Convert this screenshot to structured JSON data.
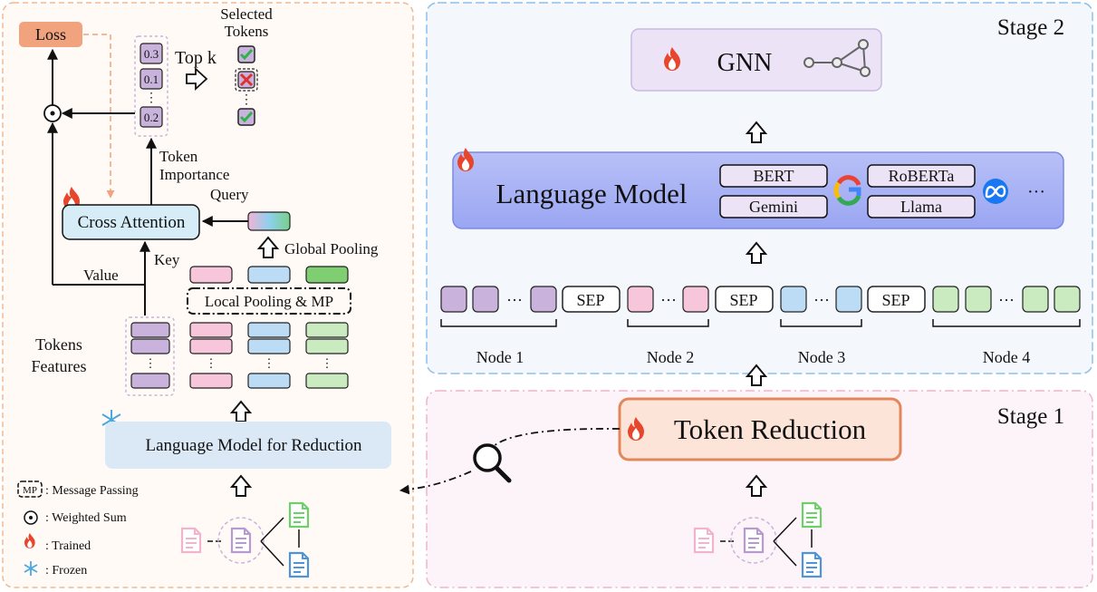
{
  "stage2": {
    "title": "Stage 2",
    "gnn_label": "GNN",
    "language_model": {
      "label": "Language Model",
      "models": [
        "BERT",
        "Gemini",
        "RoBERTa",
        "Llama"
      ],
      "ellipsis": "···"
    },
    "sequence": {
      "sep_label": "SEP",
      "dots": "···",
      "nodes": [
        "Node 1",
        "Node 2",
        "Node 3",
        "Node 4"
      ]
    }
  },
  "stage1": {
    "title": "Stage 1",
    "token_reduction_label": "Token Reduction"
  },
  "detail": {
    "loss_label": "Loss",
    "scores": [
      "0.3",
      "0.1",
      "⋮",
      "0.2"
    ],
    "topk_label": "Top k",
    "selected_tokens_label": [
      "Selected",
      "Tokens"
    ],
    "token_importance_label": [
      "Token",
      "Importance"
    ],
    "query_label": "Query",
    "cross_attention_label": "Cross Attention",
    "global_pooling_label": "Global Pooling",
    "key_label": "Key",
    "value_label": "Value",
    "local_pooling_label": "Local Pooling & MP",
    "tokens_features_label": [
      "Tokens",
      "Features"
    ],
    "lm_reduction_label": "Language Model for Reduction"
  },
  "legend": {
    "mp_symbol": "MP",
    "items": [
      ": Message Passing",
      ": Weighted Sum",
      ": Trained",
      ": Frozen"
    ]
  },
  "colors": {
    "purple_token": "#c9b3dc",
    "pink_token": "#f7c6da",
    "blue_token": "#bcdcf5",
    "green_token": "#c9ebbf",
    "lm_blue": "#a7b2f5",
    "gnn_box": "#ece4f6",
    "loss_orange": "#f0a37d",
    "token_reduction_fill": "#fde4d8",
    "token_reduction_border": "#e2875a",
    "cross_attention_fill": "#d6edf8",
    "lm_reduction_fill": "#dbe9f6"
  }
}
